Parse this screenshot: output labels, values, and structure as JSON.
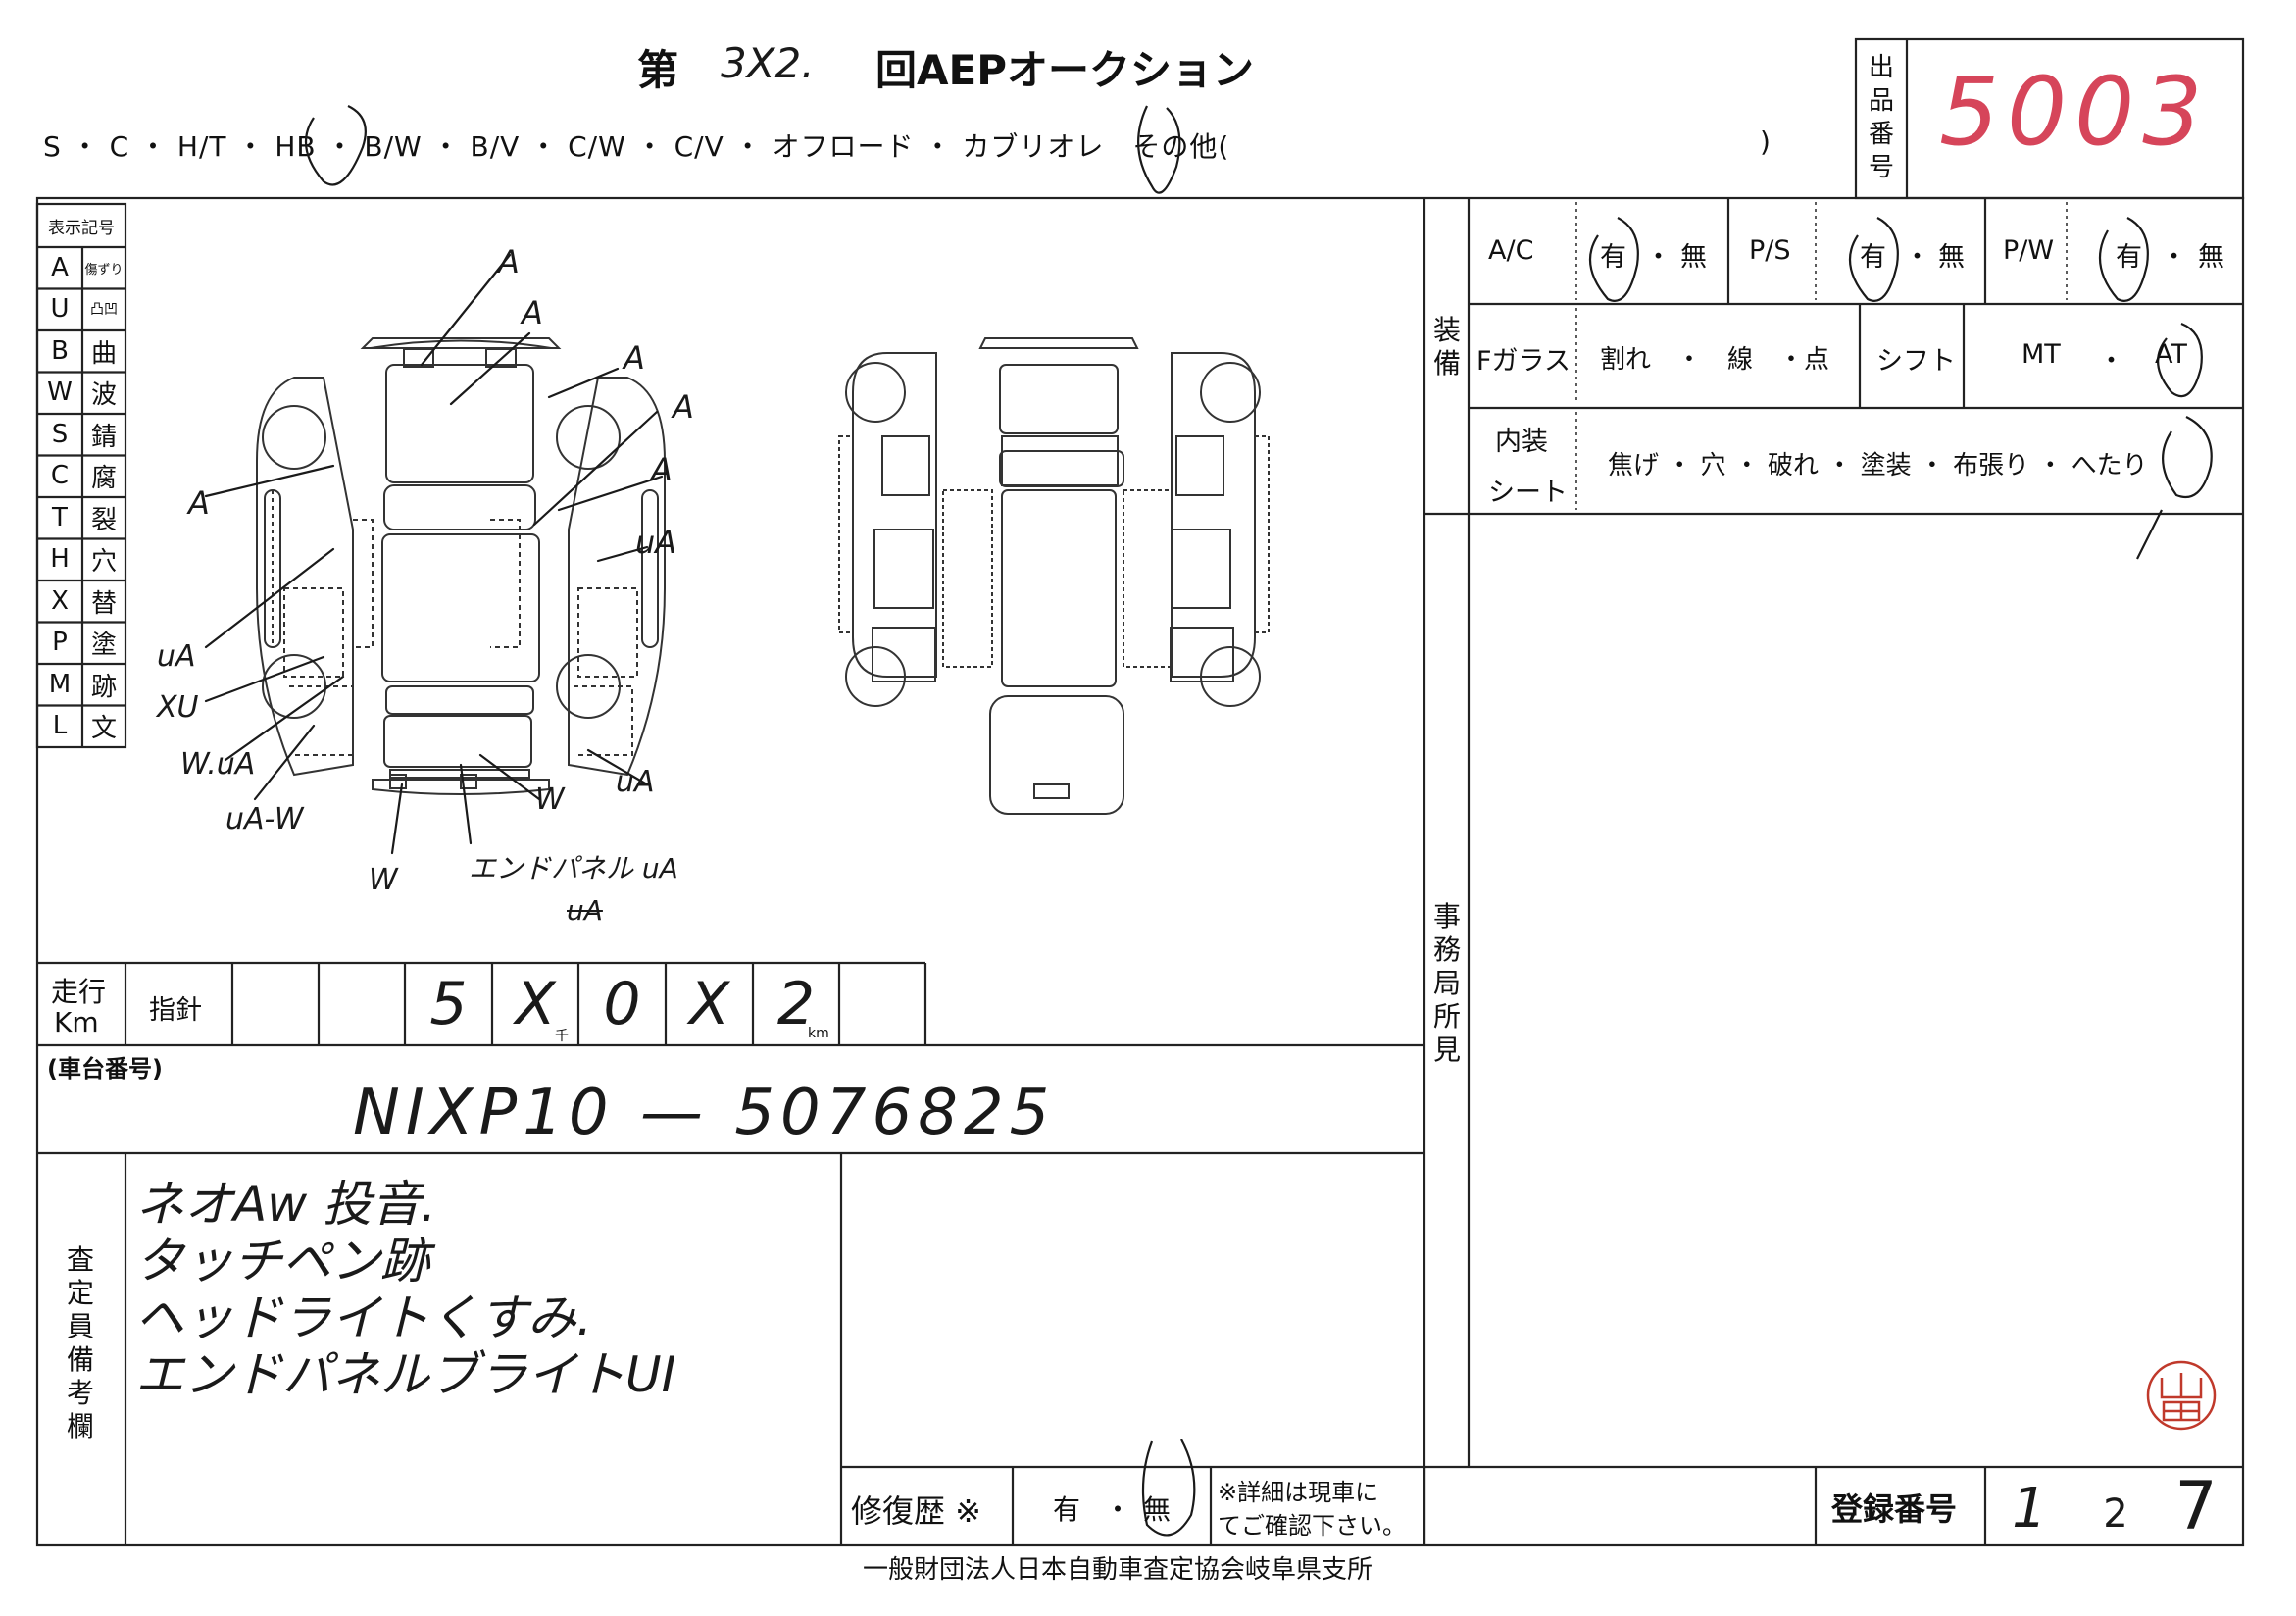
{
  "header": {
    "title_prefix": "第",
    "auction_number": "3X2.",
    "title_suffix": "回AEPオークション",
    "body_types": "S ・ C ・ H/T ・ HB ・ B/W ・ B/V ・ C/W ・ C/V ・ オフロード ・ カブリオレ　その他(",
    "body_types_close": ")"
  },
  "lot": {
    "label_chars": [
      "出",
      "品",
      "番",
      "号"
    ],
    "number": "5003"
  },
  "legend": {
    "title": "表示記号",
    "rows": [
      {
        "code": "A",
        "meaning": "傷ずり"
      },
      {
        "code": "U",
        "meaning": "凸凹"
      },
      {
        "code": "B",
        "meaning": "曲"
      },
      {
        "code": "W",
        "meaning": "波"
      },
      {
        "code": "S",
        "meaning": "錆"
      },
      {
        "code": "C",
        "meaning": "腐"
      },
      {
        "code": "T",
        "meaning": "裂"
      },
      {
        "code": "H",
        "meaning": "穴"
      },
      {
        "code": "X",
        "meaning": "替"
      },
      {
        "code": "P",
        "meaning": "塗"
      },
      {
        "code": "M",
        "meaning": "跡"
      },
      {
        "code": "L",
        "meaning": "文"
      }
    ]
  },
  "damage_marks": [
    "A",
    "A",
    "A",
    "A",
    "A",
    "A",
    "uA",
    "uA",
    "XU",
    "W.uA",
    "uA-W",
    "W",
    "W",
    "uA",
    "エンドパネル uA",
    "uA"
  ],
  "equipment": {
    "section_label_chars": [
      "装",
      "備"
    ],
    "ac": {
      "label": "A/C",
      "opt1": "有",
      "sep": "・",
      "opt2": "無"
    },
    "ps": {
      "label": "P/S",
      "opt1": "有",
      "sep": "・",
      "opt2": "無"
    },
    "pw": {
      "label": "P/W",
      "opt1": "有",
      "sep": "・",
      "opt2": "無"
    },
    "fglass": {
      "label": "Fガラス",
      "options": "割れ　・　線　・点"
    },
    "shift": {
      "label": "シフト",
      "opt1": "MT",
      "sep": "・",
      "opt2": "AT"
    },
    "interior": {
      "label1": "内装",
      "label2": "シート",
      "options": "焦げ ・ 穴 ・ 破れ ・ 塗装 ・ 布張り ・ へたり"
    }
  },
  "office_opinion_label_chars": [
    "事",
    "務",
    "局",
    "所",
    "見"
  ],
  "mileage": {
    "label1": "走行",
    "label2": "Km",
    "pointer_label": "指針",
    "digits": [
      "",
      "",
      "5",
      "X",
      "0",
      "X",
      "2",
      ""
    ],
    "unit_thousand": "千",
    "unit_km": "km"
  },
  "chassis": {
    "label": "(車台番号)",
    "number": "NIXP10 — 5076825"
  },
  "inspector_notes": {
    "label_chars": [
      "査",
      "定",
      "員",
      "備",
      "考",
      "欄"
    ],
    "lines": [
      "ネオAw 投音.",
      "タッチペン跡",
      "ヘッドライトくすみ.",
      "エンドパネルブライトUI"
    ]
  },
  "repair_history": {
    "label": "修復歴 ※",
    "opt1": "有",
    "sep": "・",
    "opt2": "無",
    "note1": "※詳細は現車に",
    "note2": "てご確認下さい。"
  },
  "registration": {
    "label": "登録番号",
    "digits": [
      "1",
      "2",
      "7"
    ]
  },
  "footer": "一般財団法人日本自動車査定協会岐阜県支所",
  "stamp_text": "山田",
  "colors": {
    "ink": "#111111",
    "red_ink": "#d6455a",
    "stamp_red": "#c0392b"
  }
}
